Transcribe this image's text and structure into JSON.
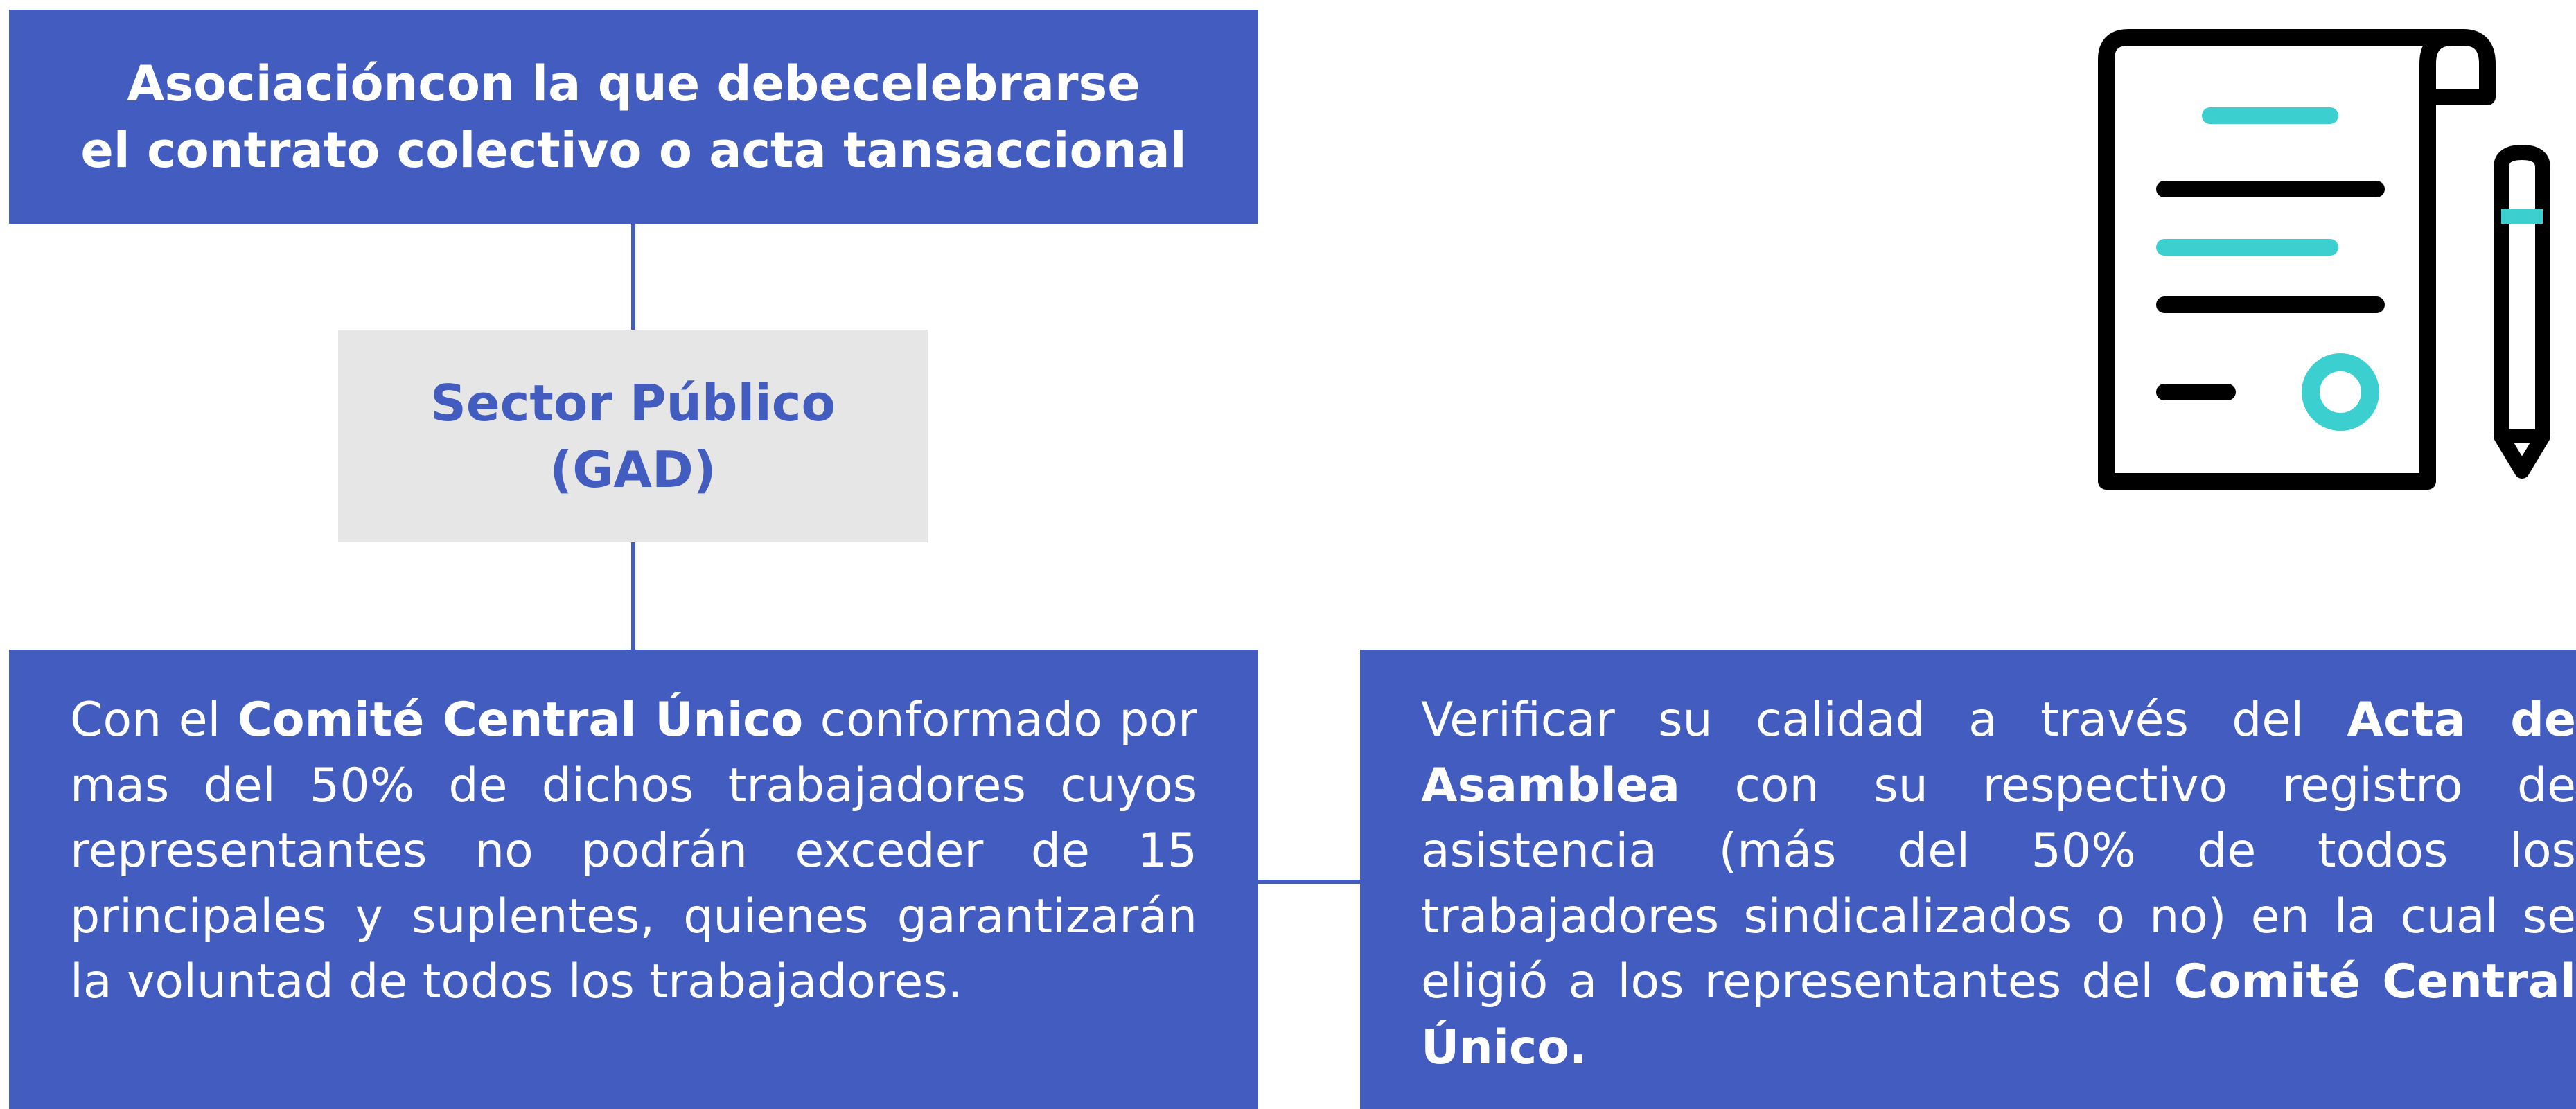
{
  "top_box": {
    "line1": "Asociacióncon la que debecelebrarse",
    "line2": "el contrato colectivo o acta tansaccional"
  },
  "middle_box": {
    "line1": "Sector Público",
    "line2": "(GAD)"
  },
  "bottom_left": {
    "p1": "Con el ",
    "b1": "Comité Central Único",
    "p2": " conformado por mas del 50% de dichos trabajadores cuyos representantes no podrán exceder de 15 principales y suplentes, quienes garantizarán  la voluntad de todos los trabajadores."
  },
  "bottom_right": {
    "p1": "Verificar su calidad a través del ",
    "b1": "Acta de Asamblea",
    "p2": " con su respectivo registro de asistencia (más del 50% de todos los trabajadores sindicalizados o no) en la cual se eligió a los representantes del ",
    "b2": "Comité Central Único."
  },
  "colors": {
    "primary_blue": "#425cc0",
    "light_gray": "#e6e6e6",
    "icon_black": "#000000",
    "icon_teal": "#3ccfcf"
  },
  "icons": {
    "document": "document-with-seal-icon",
    "pencil": "pencil-icon"
  }
}
